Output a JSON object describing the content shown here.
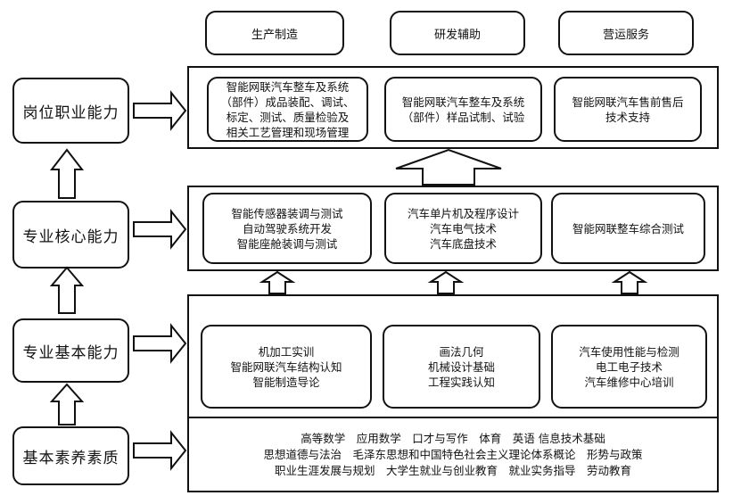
{
  "domains": [
    {
      "label": "生产制造"
    },
    {
      "label": "研发辅助"
    },
    {
      "label": "营运服务"
    }
  ],
  "levels": [
    {
      "label": "岗位职业能力",
      "boxes": [
        {
          "lines": [
            "智能网联汽车整车及系统",
            "（部件）成品装配、调试、",
            "标定、测试、质量检验及",
            "相关工艺管理和现场管理"
          ]
        },
        {
          "lines": [
            "智能网联汽车整车及系统",
            "（部件）样品试制、试验"
          ]
        },
        {
          "lines": [
            "智能网联汽车售前售后",
            "技术支持"
          ]
        }
      ]
    },
    {
      "label": "专业核心能力",
      "boxes": [
        {
          "lines": [
            "智能传感器装调与测试",
            "自动驾驶系统开发",
            "智能座舱装调与测试"
          ]
        },
        {
          "lines": [
            "汽车单片机及程序设计",
            "汽车电气技术",
            "汽车底盘技术"
          ]
        },
        {
          "lines": [
            "智能网联整车综合测试"
          ]
        }
      ]
    },
    {
      "label": "专业基本能力",
      "boxes": [
        {
          "lines": [
            "机加工实训",
            "智能网联汽车结构认知",
            "智能制造导论"
          ]
        },
        {
          "lines": [
            "画法几何",
            "机械设计基础",
            "工程实践认知"
          ]
        },
        {
          "lines": [
            "汽车使用性能与检测",
            "电工电子技术",
            "汽车维修中心培训"
          ]
        }
      ]
    },
    {
      "label": "基本素养素质",
      "lines": [
        "高等数学　应用数学　口才与写作　体育　英语 信息技术基础",
        "思想道德与法治　毛泽东思想和中国特色社会主义理论体系概论　形势与政策",
        "职业生涯发展与规划　大学生就业与创业教育　就业实务指导　劳动教育"
      ]
    }
  ]
}
